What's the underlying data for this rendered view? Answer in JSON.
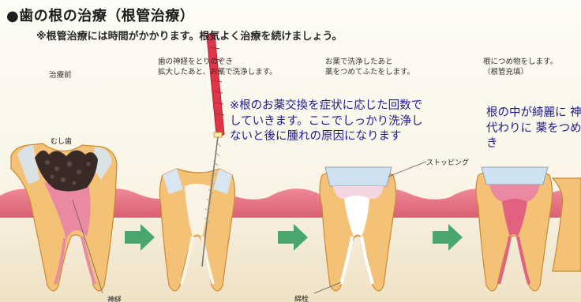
{
  "header": {
    "title": "●歯の根の治療（根管治療）",
    "subtitle": "※根管治療には時間がかかります。根気よく治療を続けましょう。"
  },
  "steps": [
    {
      "caption": [
        "治療前"
      ]
    },
    {
      "caption": [
        "歯の神経をとりのぞき",
        "拡大したあと、お薬で洗浄します。"
      ]
    },
    {
      "caption": [
        "お薬で洗浄したあと",
        "薬をつめてふたをします。"
      ]
    },
    {
      "caption": [
        "根につめ物をします。",
        "（根管充填）"
      ]
    }
  ],
  "notes": {
    "left": "※根のお薬交換を症状に応じた回数でしていきます。ここでしっかり洗浄しないと後に腫れの原因になります",
    "right": "根の中が綺麗に 神経の代わりに 薬をつめていき"
  },
  "labels": {
    "decay": "むし歯",
    "stopping": "ストッピング",
    "nerve": "神経",
    "cotton": "綿栓"
  },
  "colors": {
    "gum": "#e36a7c",
    "tooth": "#f4c277",
    "root": "#e8a44a",
    "pulp": "#e98aa2",
    "arrow": "#4aa66f",
    "note_text": "#1f1b8f",
    "file_handle": "#e0364a"
  }
}
